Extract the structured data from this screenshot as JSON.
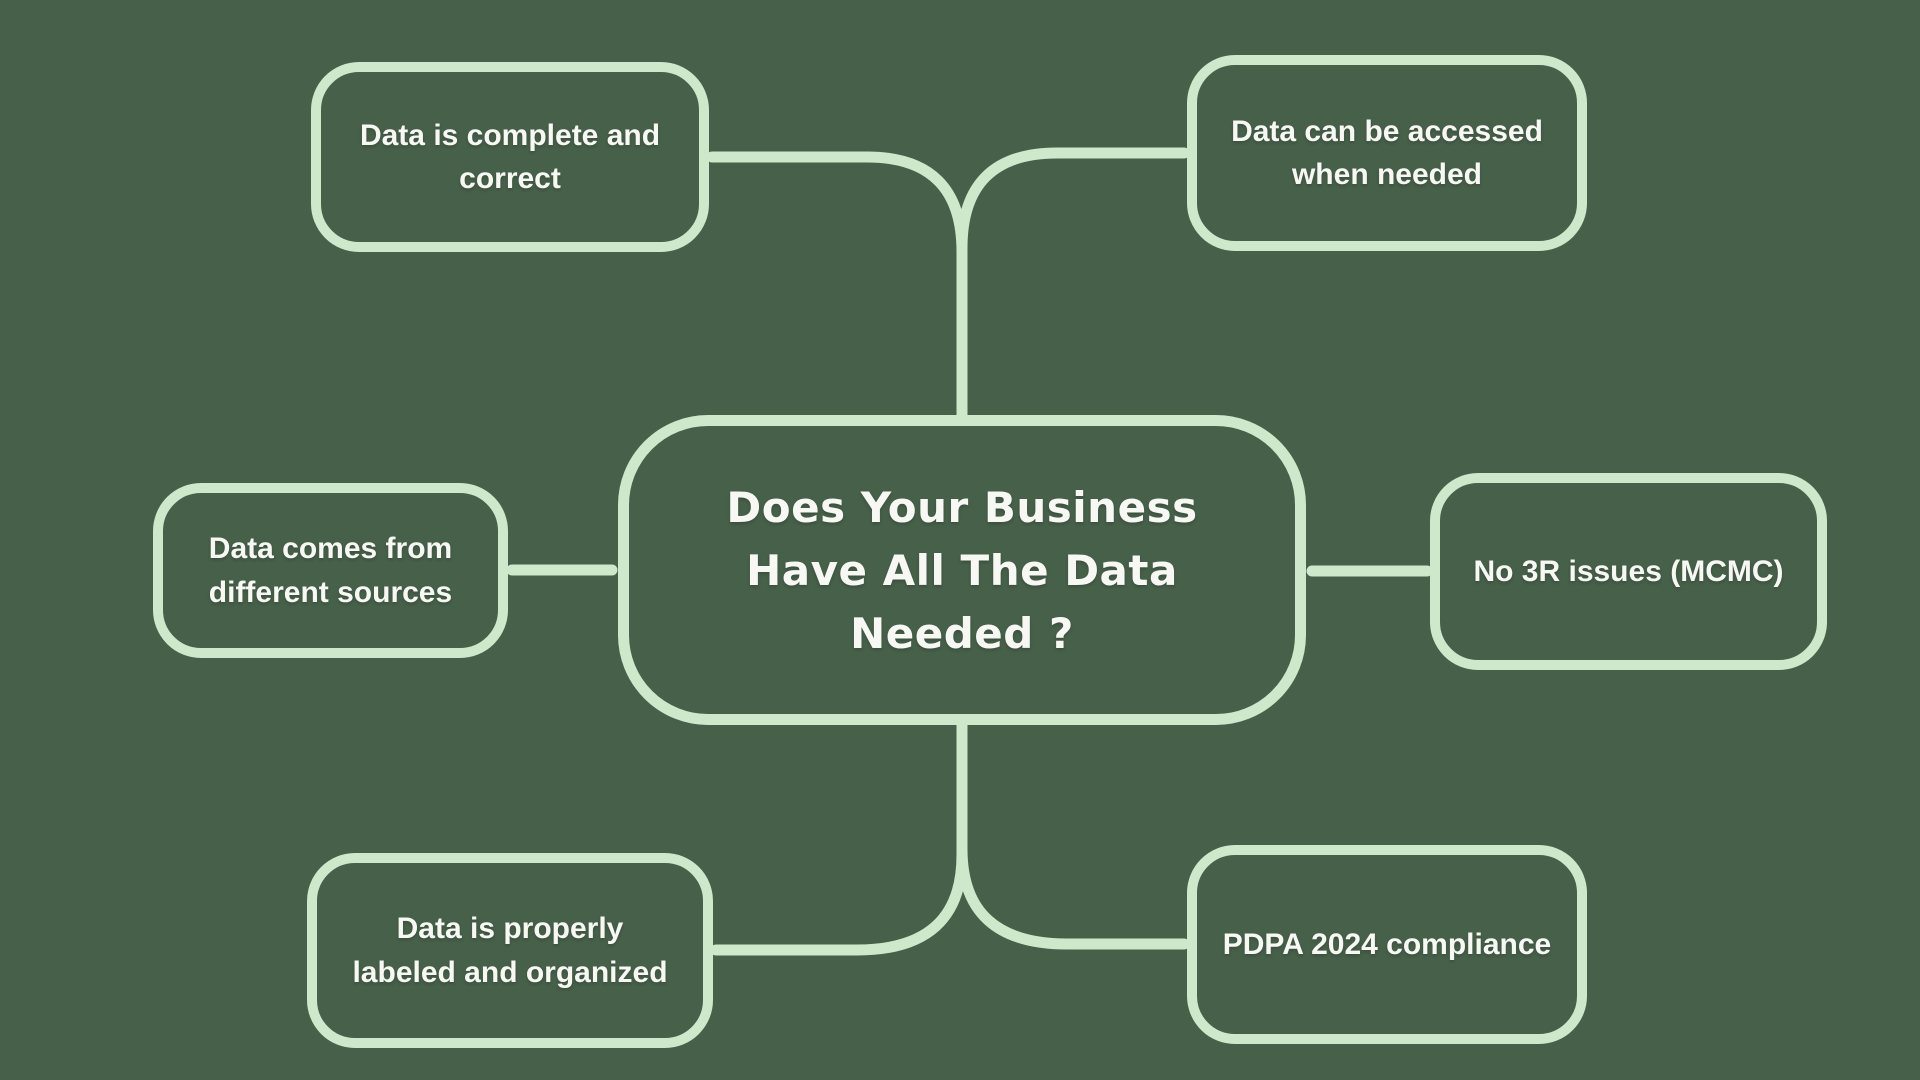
{
  "colors": {
    "background": "#47604A",
    "line": "#CEE8CB",
    "text": "#F7F8F3"
  },
  "diagram": {
    "type": "mindmap",
    "center": {
      "label": "Does Your Business\nHave All The Data\nNeeded ?"
    },
    "nodes": [
      {
        "id": "top-left",
        "label": "Data is complete and\ncorrect"
      },
      {
        "id": "top-right",
        "label": "Data can be accessed\nwhen needed"
      },
      {
        "id": "mid-left",
        "label": "Data comes from\ndifferent sources"
      },
      {
        "id": "mid-right",
        "label": "No 3R issues (MCMC)"
      },
      {
        "id": "bottom-left",
        "label": "Data is properly\nlabeled and organized"
      },
      {
        "id": "bottom-right",
        "label": "PDPA 2024 compliance"
      }
    ]
  }
}
